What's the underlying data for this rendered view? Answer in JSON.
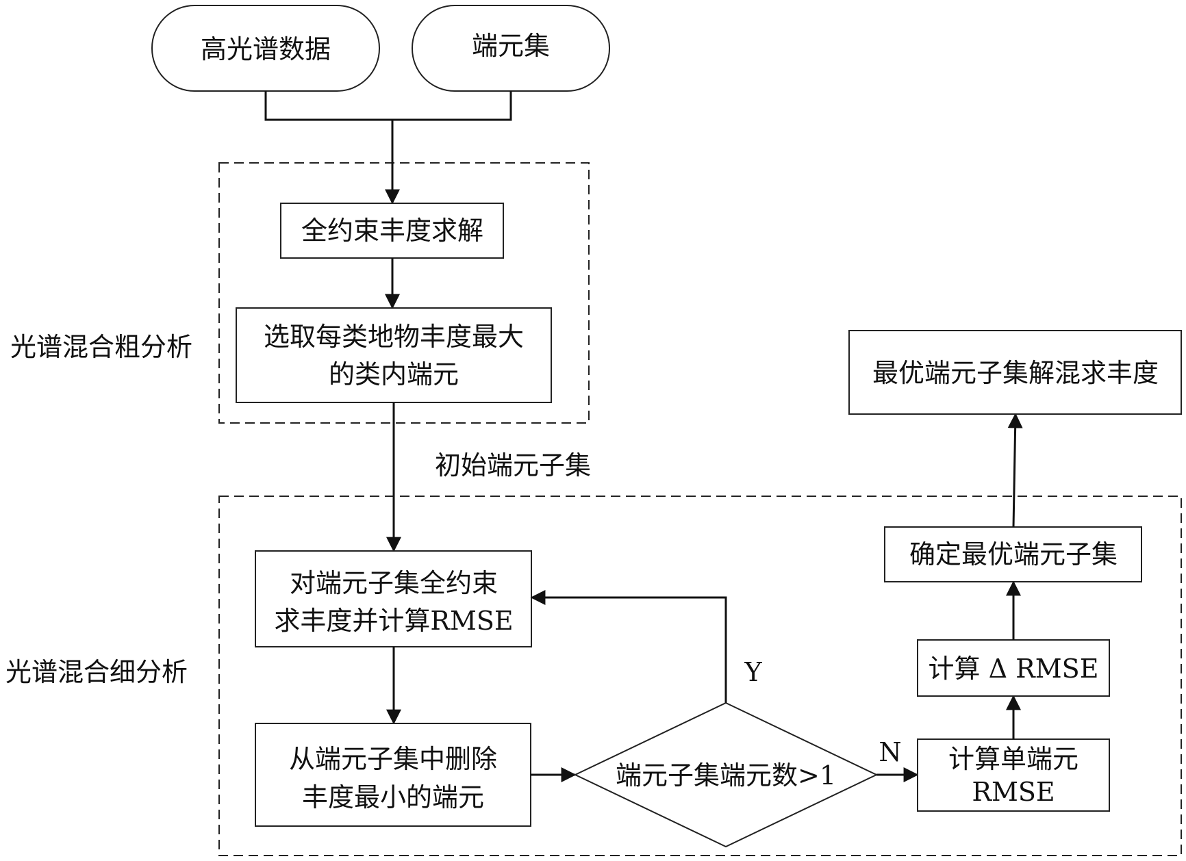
{
  "nodes": {
    "input_hyperspectral": "高光谱数据",
    "input_endmembers": "端元集",
    "fcls_solve": "全约束丰度求解",
    "select_max_line1": "选取每类地物丰度最大",
    "select_max_line2": "的类内端元",
    "fcls_subset_line1": "对端元子集全约束",
    "fcls_subset_line2": "求丰度并计算RMSE",
    "delete_min_line1": "从端元子集中删除",
    "delete_min_line2": "丰度最小的端元",
    "decision": "端元子集端元数>1",
    "single_rmse_line1": "计算单端元",
    "single_rmse_line2": "RMSE",
    "delta_rmse": "计算 Δ RMSE",
    "optimal_subset": "确定最优端元子集",
    "optimal_unmix": "最优端元子集解混求丰度"
  },
  "labels": {
    "coarse_analysis": "光谱混合粗分析",
    "fine_analysis": "光谱混合细分析",
    "initial_subset": "初始端元子集",
    "yes": "Y",
    "no": "N"
  }
}
